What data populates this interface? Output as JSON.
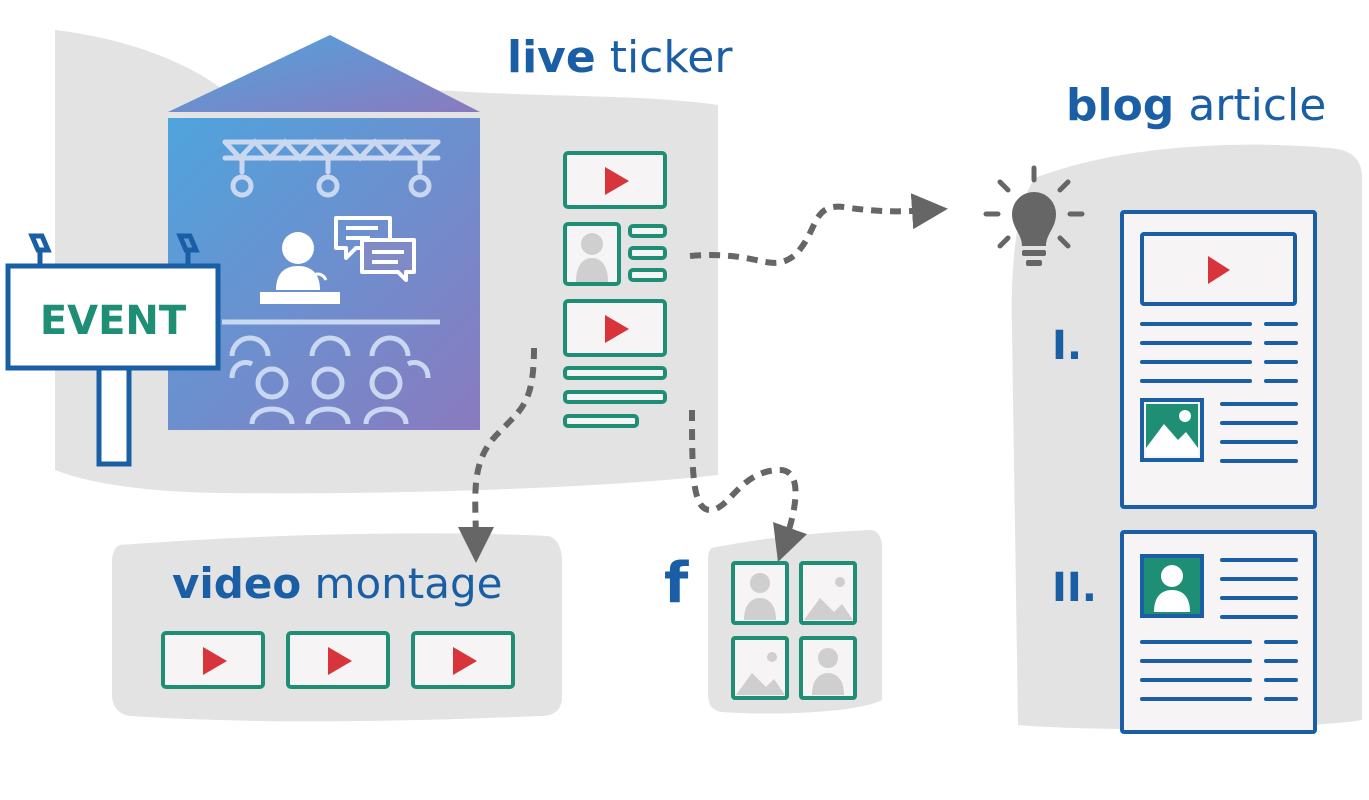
{
  "event": {
    "sign_label": "EVENT"
  },
  "live_ticker": {
    "label_bold": "live",
    "label_light": "ticker"
  },
  "blog_article": {
    "label_bold": "blog",
    "label_light": "article",
    "sections": [
      {
        "numeral": "I."
      },
      {
        "numeral": "II."
      }
    ]
  },
  "video_montage": {
    "label_bold": "video",
    "label_light": "montage",
    "clip_count": 3
  },
  "facebook": {
    "letter": "f",
    "thumbnail_count": 4
  },
  "colors": {
    "brand_blue": "#1a5fa5",
    "green": "#1e8f74",
    "play_red": "#d7343b",
    "panel_gray": "#e3e3e3",
    "arrow_gray": "#666666",
    "stage_gradient": [
      "#4da3dc",
      "#8a7cbf"
    ]
  },
  "icons": [
    "play-icon",
    "person-icon",
    "image-icon",
    "lightbulb-icon",
    "speech-bubbles-icon",
    "truss-icon",
    "audience-icon",
    "podium-icon"
  ]
}
